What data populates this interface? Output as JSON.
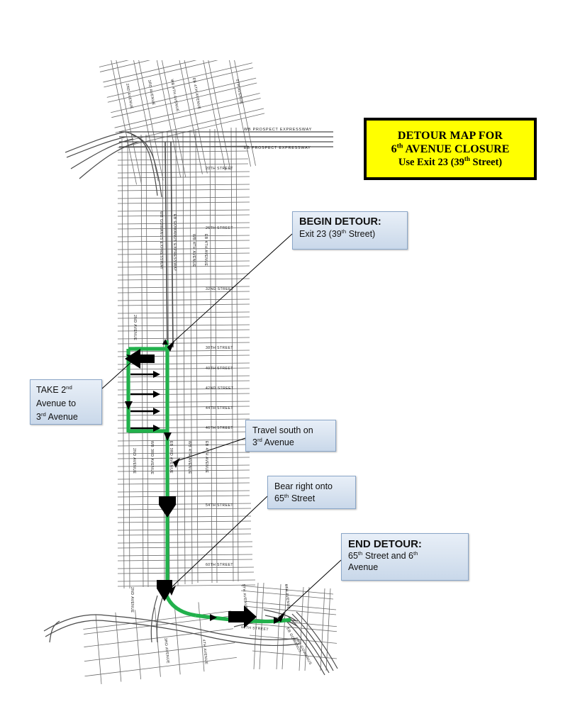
{
  "document": {
    "kind": "detour-map",
    "background_color": "#ffffff"
  },
  "title_box": {
    "line1": "DETOUR MAP FOR",
    "line2_pre": "6",
    "line2_sup": "th",
    "line2_post": " AVENUE CLOSURE",
    "line3_pre": "Use Exit 23 (39",
    "line3_sup": "th",
    "line3_post": " Street)",
    "fill_color": "#ffff00",
    "border_color": "#000000"
  },
  "callouts": {
    "begin": {
      "heading": "BEGIN DETOUR:",
      "body_pre": "Exit 23 (39",
      "body_sup": "th",
      "body_post": " Street)"
    },
    "take": {
      "l1_pre": "TAKE 2",
      "l1_sup": "nd",
      "l2": "Avenue to",
      "l3_pre": "3",
      "l3_sup": "rd",
      "l3_post": " Avenue"
    },
    "travel": {
      "l1": "Travel south on",
      "l2_pre": "3",
      "l2_sup": "rd",
      "l2_post": " Avenue"
    },
    "bear": {
      "l1": "Bear right onto",
      "l2_pre": "65",
      "l2_sup": "th",
      "l2_post": " Street"
    },
    "end": {
      "heading": "END DETOUR:",
      "l1_pre": "65",
      "l1_sup": "th",
      "l1_mid": " Street and 6",
      "l1_sup2": "th",
      "l2": "Avenue"
    }
  },
  "route": {
    "color": "#22b14c",
    "arrow_color": "#000000",
    "description": "Detour route highlighted in green"
  },
  "map_labels": {
    "avenues_top": [
      "2ND AVENUE",
      "3RD AVENUE",
      "WB 4TH AVENUE",
      "EB 4TH AVENUE",
      "5TH AVENUE"
    ],
    "expressways": [
      "WB PROSPECT EXPRESSWAY",
      "EB PROSPECT EXPRESSWAY",
      "WB GOWANUS EXPRESSWAY",
      "EB GOWANUS EXPRESSWAY",
      "EB GOWANUS",
      "WB GOWANUS"
    ],
    "avenues_mid": [
      "2ND AVENUE",
      "WB 3RD AVENUE",
      "EB 3RD AVENUE",
      "WB 4TH AVENUE",
      "EB 4TH AVENUE"
    ],
    "avenues_bottom": [
      "2ND AVENUE",
      "3RD AVENUE",
      "4TH AVENUE",
      "5TH AVENUE",
      "6TH AVENUE"
    ],
    "streets": [
      "20TH STREET",
      "26TH STREET",
      "32ND STREET",
      "38TH STREET",
      "40TH STREET",
      "42ND STREET",
      "44TH STREET",
      "46TH STREET",
      "54TH STREET",
      "60TH STREET",
      "66TH STREET"
    ]
  }
}
